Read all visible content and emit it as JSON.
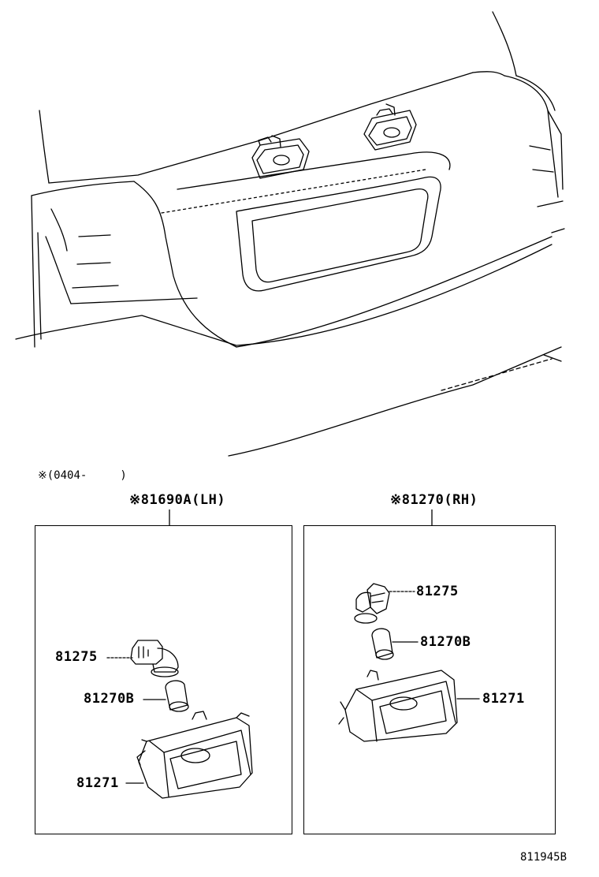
{
  "note": {
    "prefix": "※(0404-",
    "suffix": ")"
  },
  "assemblies": {
    "left": {
      "label": "※81690A(LH)"
    },
    "right": {
      "label": "※81270(RH)"
    }
  },
  "left_parts": {
    "socket": "81275",
    "bulb": "81270B",
    "lens_housing": "81271"
  },
  "right_parts": {
    "socket": "81275",
    "bulb": "81270B",
    "lens_housing": "81271"
  },
  "illustration_ref": "811945B",
  "icons": [
    "vehicle-rear-illustration",
    "license-lamp-housing-icon",
    "bulb-socket-icon",
    "wedge-bulb-icon"
  ]
}
